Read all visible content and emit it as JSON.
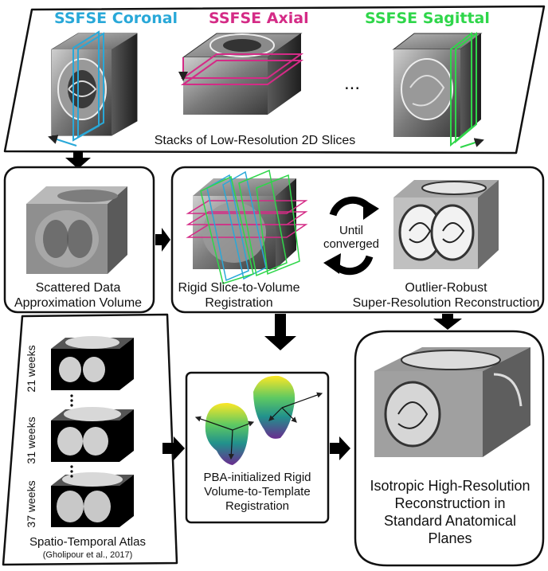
{
  "stacks": {
    "coronal": {
      "title": "SSFSE Coronal",
      "color": "#29a8d8"
    },
    "axial": {
      "title": "SSFSE Axial",
      "color": "#d42b86"
    },
    "sagittal": {
      "title": "SSFSE Sagittal",
      "color": "#2fd64a"
    },
    "ellipsis": "...",
    "caption": "Stacks of Low-Resolution 2D Slices"
  },
  "sda": {
    "line1": "Scattered Data",
    "line2": "Approximation Volume"
  },
  "rigid": {
    "line1": "Rigid Slice-to-Volume",
    "line2": "Registration"
  },
  "loop": {
    "line1": "Until",
    "line2": "converged"
  },
  "outlier": {
    "line1": "Outlier-Robust",
    "line2": "Super-Resolution Reconstruction"
  },
  "atlas": {
    "weeks": [
      "21 weeks",
      "31 weeks",
      "37 weeks"
    ],
    "line1": "Spatio-Temporal Atlas",
    "citation": "(Gholipour et al., 2017)"
  },
  "pba": {
    "line1": "PBA-initialized Rigid",
    "line2": "Volume-to-Template",
    "line3": "Registration"
  },
  "final": {
    "line1": "Isotropic High-Resolution",
    "line2": "Reconstruction in",
    "line3": "Standard Anatomical",
    "line4": "Planes"
  }
}
